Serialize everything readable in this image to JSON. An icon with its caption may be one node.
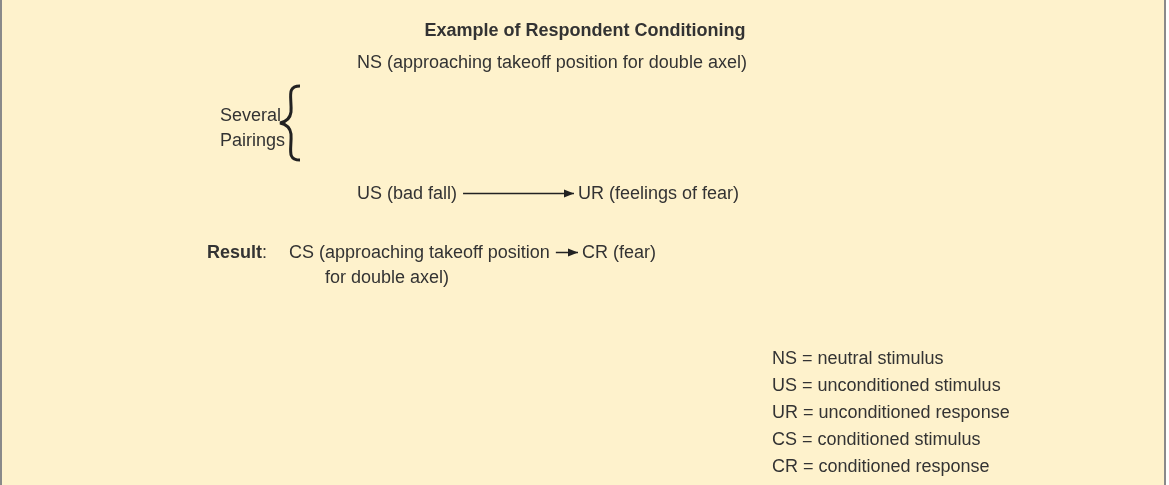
{
  "diagram": {
    "title": "Example of Respondent Conditioning",
    "nodes": [
      {
        "text": [
          "NS (approaching takeoff position for double axel)"
        ]
      },
      {
        "text": [
          "US (bad fall)"
        ]
      },
      {
        "text": [
          "UR (feelings of fear)"
        ]
      },
      {
        "text": [
          "CS (approaching takeoff position for double axel)"
        ]
      },
      {
        "text": [
          "CR (fear)"
        ]
      }
    ],
    "edges": [
      {
        "from": 1,
        "to": 2,
        "arrow": "to"
      },
      {
        "from": 3,
        "to": 4,
        "arrow": "to"
      }
    ],
    "labels": [
      "Several Pairings",
      "**Result**:",
      "NS = neutral stimulus",
      "US = unconditioned stimulus",
      "UR = unconditioned response",
      "CS = conditioned stimulus",
      "CR = conditioned response"
    ]
  }
}
